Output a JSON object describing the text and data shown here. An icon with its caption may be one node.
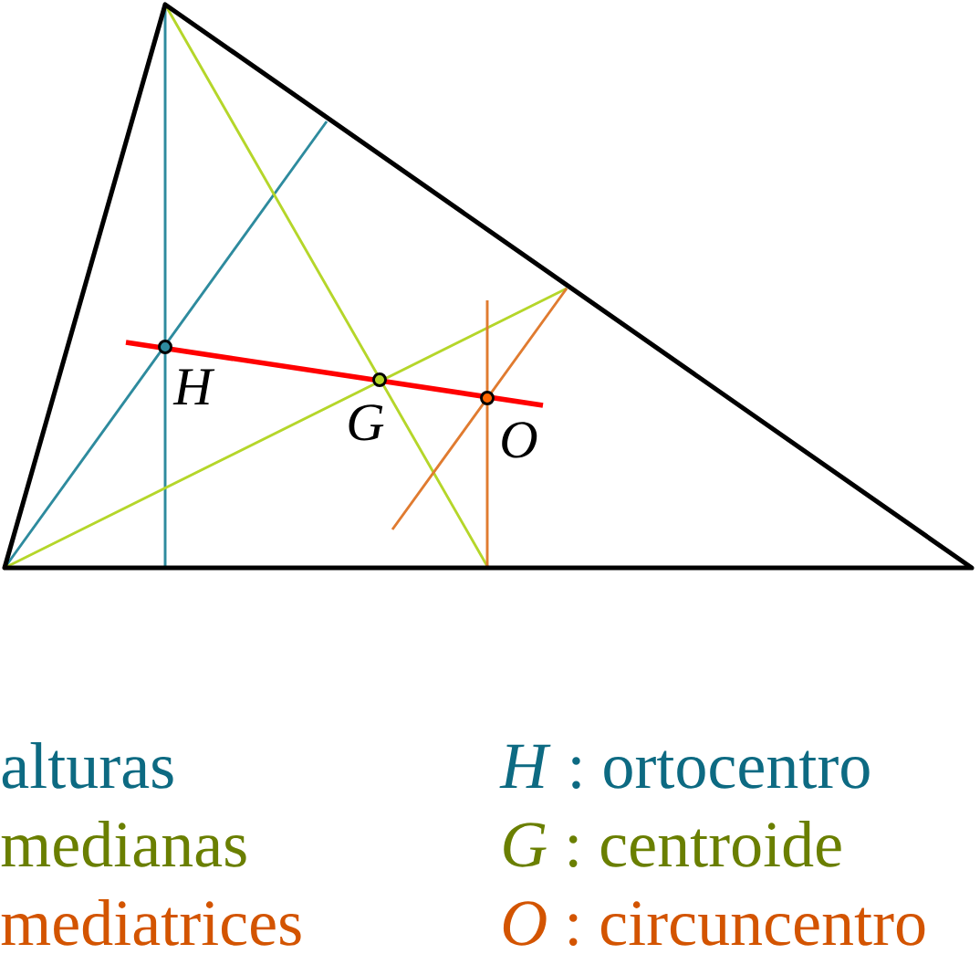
{
  "diagram": {
    "labels": [
      "H",
      "G",
      "O"
    ],
    "legend": [
      {
        "text": "alturas",
        "color": "#0d6a82"
      },
      {
        "text": "*H* : ortocentro",
        "color": "#0d6a82"
      },
      {
        "text": "medianas",
        "color": "#6a7f00"
      },
      {
        "text": "*G* : centroide",
        "color": "#6a7f00"
      },
      {
        "text": "mediatrices",
        "color": "#d35400"
      },
      {
        "text": "*O* : circuncentro",
        "color": "#d35400"
      }
    ]
  }
}
